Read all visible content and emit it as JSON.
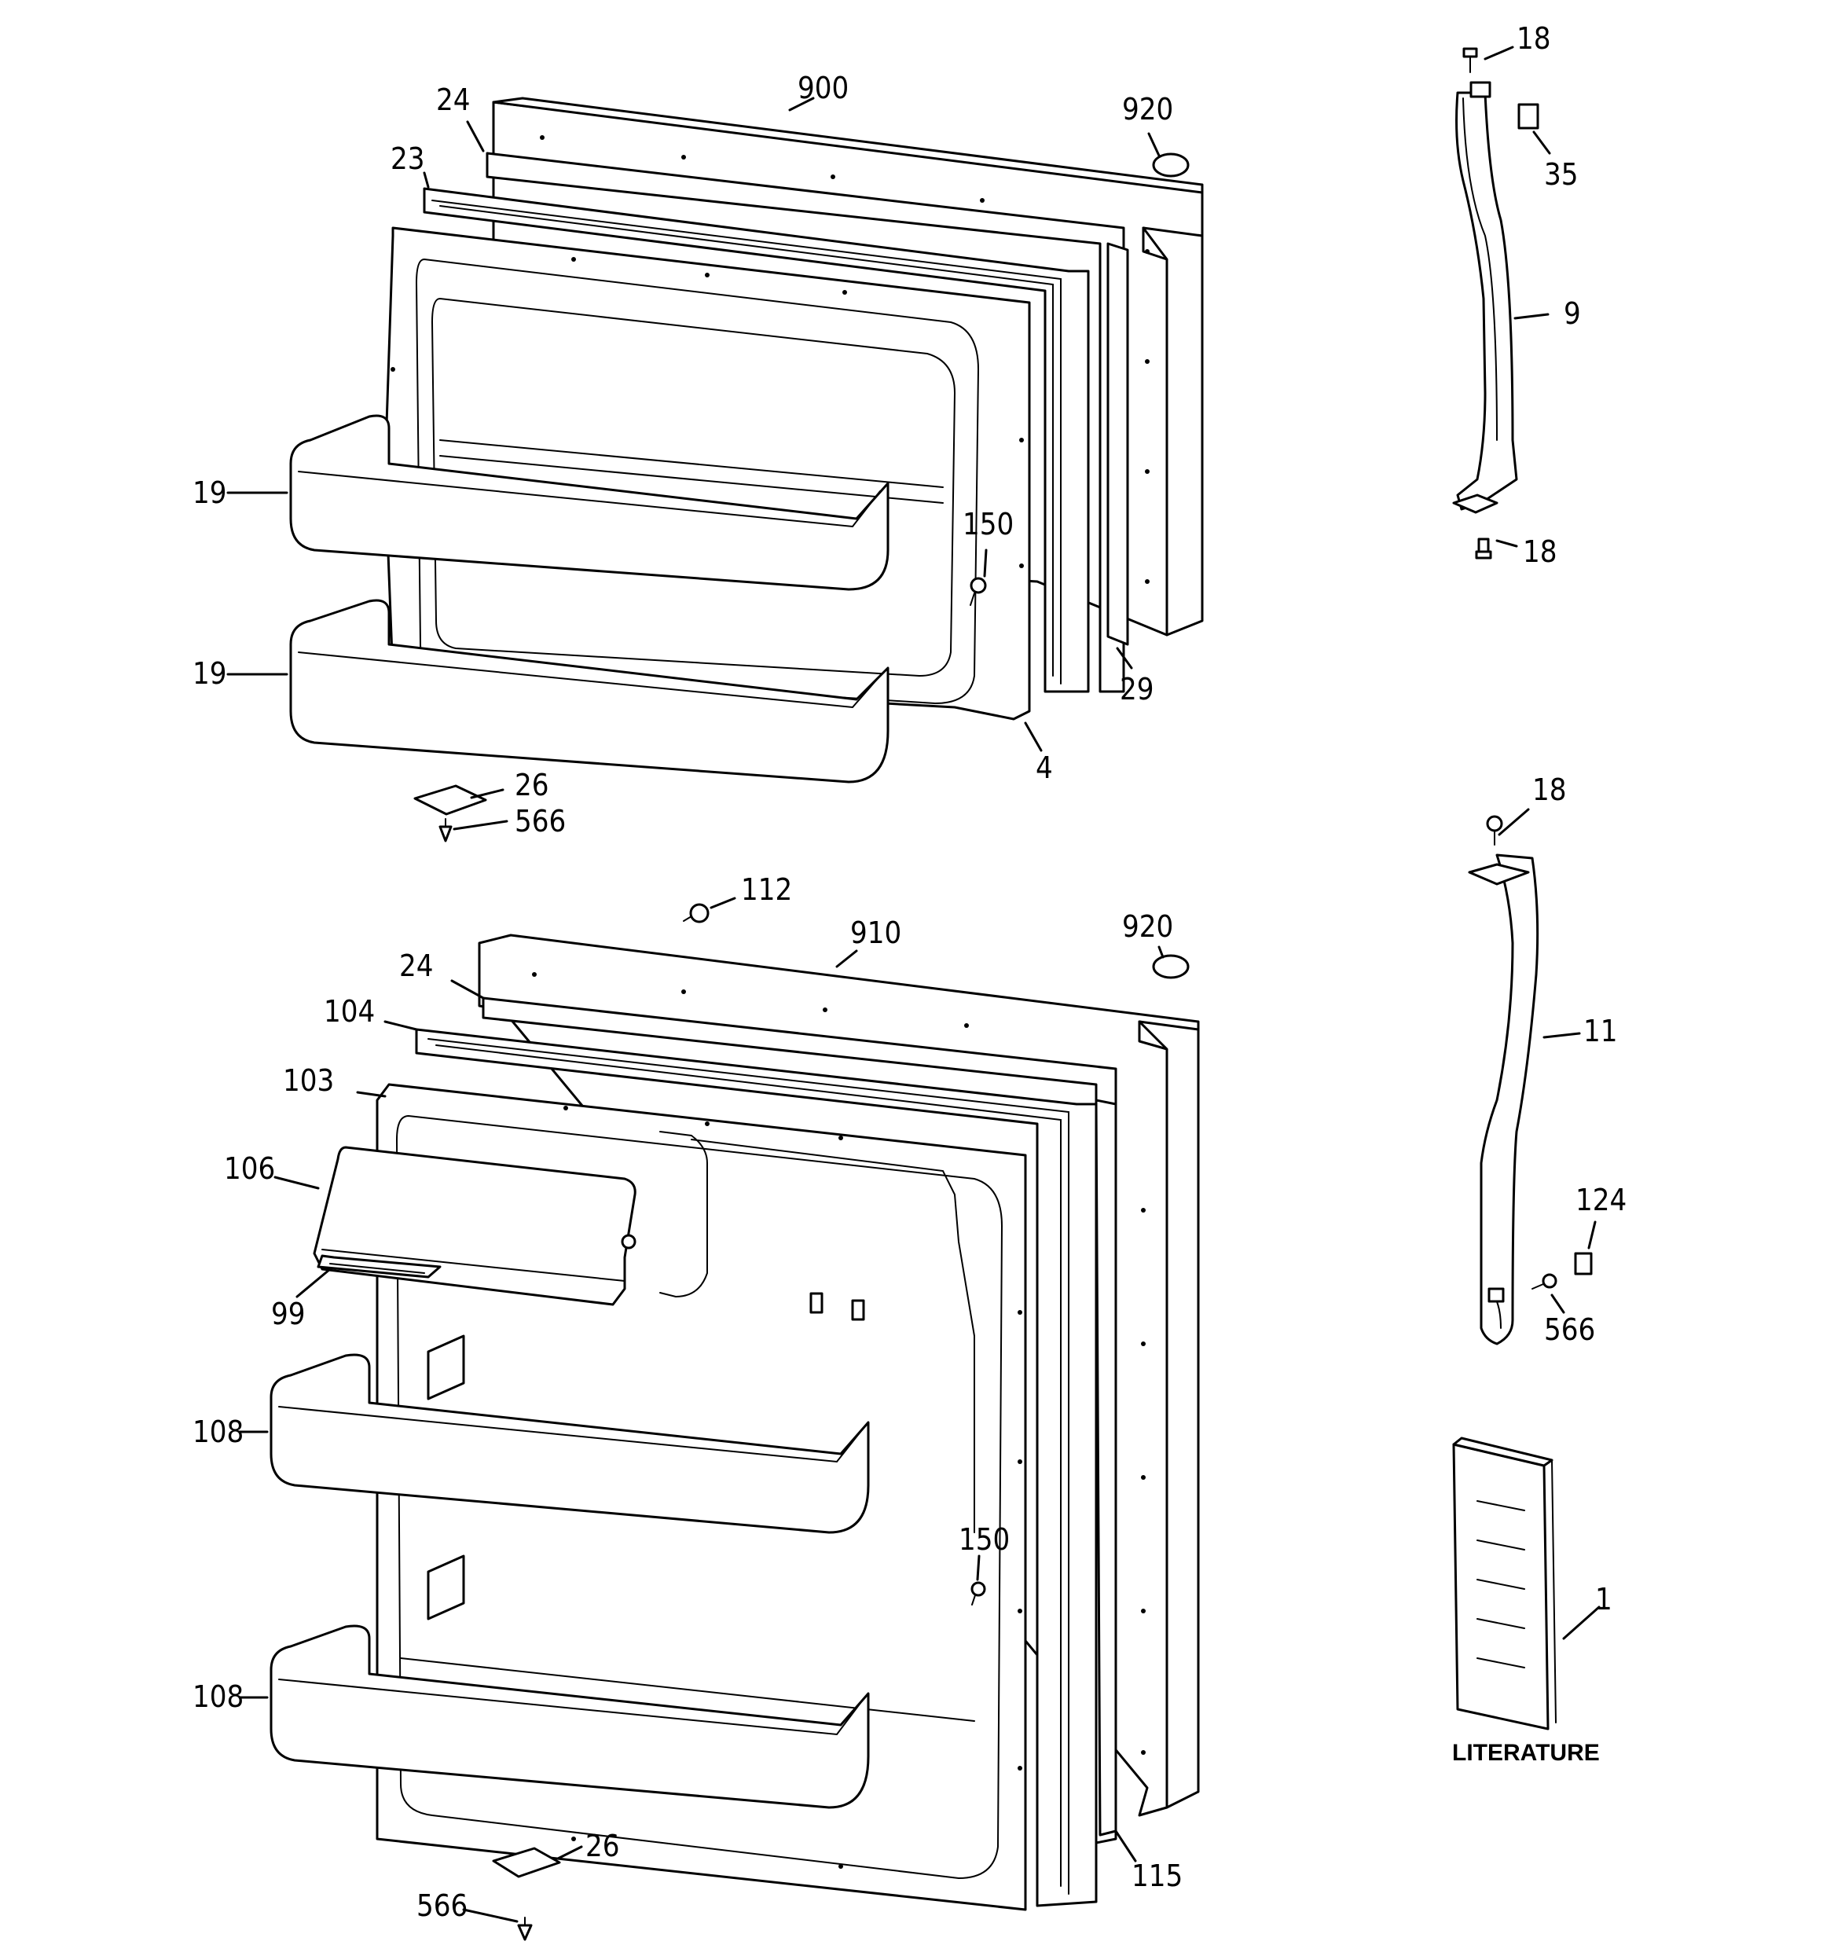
{
  "diagram": {
    "colors": {
      "line": "#000000",
      "background": "#ffffff"
    },
    "callouts": {
      "c18a": "18",
      "c35": "35",
      "c9": "9",
      "c18b": "18",
      "c900": "900",
      "c920a": "920",
      "c24a": "24",
      "c23": "23",
      "c19a": "19",
      "c19b": "19",
      "c150a": "150",
      "c29": "29",
      "c4": "4",
      "c26a": "26",
      "c566a": "566",
      "c18c": "18",
      "c11": "11",
      "c124": "124",
      "c566b": "566",
      "c112": "112",
      "c910": "910",
      "c920b": "920",
      "c24b": "24",
      "c104": "104",
      "c103": "103",
      "c106": "106",
      "c99": "99",
      "c108a": "108",
      "c108b": "108",
      "c150b": "150",
      "c115": "115",
      "c26b": "26",
      "c566c": "566",
      "c1": "1"
    },
    "literature_label": "LITERATURE"
  }
}
